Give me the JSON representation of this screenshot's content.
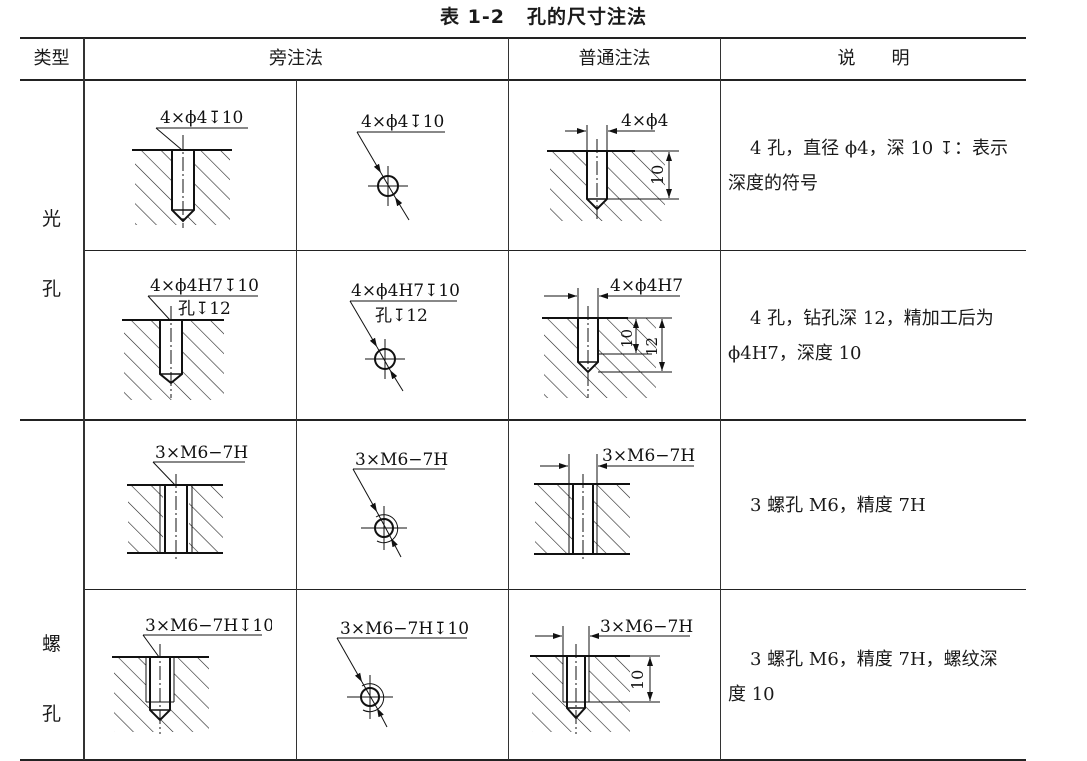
{
  "title": {
    "number": "表 1-2",
    "text": "孔的尺寸注法"
  },
  "header": {
    "type": "类型",
    "paraxial": "旁注法",
    "normal": "普通注法",
    "description": "说　　明"
  },
  "groups": [
    {
      "label_chars": [
        "光",
        "孔"
      ]
    },
    {
      "label_chars": [
        "螺",
        "孔"
      ]
    }
  ],
  "rows": [
    {
      "paraxial_1": {
        "line1": "4×ϕ4↧10"
      },
      "paraxial_2": {
        "line1": "4×ϕ4↧10"
      },
      "normal": {
        "label": "4×ϕ4",
        "dims": [
          "10"
        ]
      },
      "description": [
        "4 孔，直径 ϕ4，深 10 ↧：表示",
        "深度的符号"
      ]
    },
    {
      "paraxial_1": {
        "line1": "4×ϕ4H7↧10",
        "line2": "孔↧12"
      },
      "paraxial_2": {
        "line1": "4×ϕ4H7↧10",
        "line2": "孔↧12"
      },
      "normal": {
        "label": "4×ϕ4H7",
        "dims": [
          "10",
          "12"
        ]
      },
      "description": [
        "4 孔，钻孔深 12，精加工后为",
        "ϕ4H7，深度 10"
      ]
    },
    {
      "paraxial_1": {
        "line1": "3×M6−7H"
      },
      "paraxial_2": {
        "line1": "3×M6−7H"
      },
      "normal": {
        "label": "3×M6−7H",
        "dims": []
      },
      "description": [
        "3 螺孔 M6，精度 7H"
      ]
    },
    {
      "paraxial_1": {
        "line1": "3×M6−7H↧10"
      },
      "paraxial_2": {
        "line1": "3×M6−7H↧10"
      },
      "normal": {
        "label": "3×M6−7H",
        "dims": [
          "10"
        ]
      },
      "description": [
        "3 螺孔 M6，精度 7H，螺纹深",
        "度 10"
      ]
    }
  ]
}
